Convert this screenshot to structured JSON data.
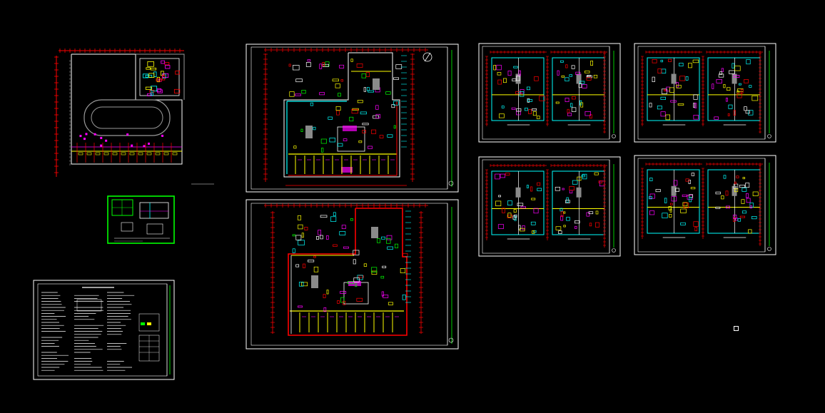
{
  "app": {
    "viewport": "cad-model-space"
  },
  "colors": {
    "background": "#000000",
    "frame": "#ffffff",
    "wall": "#ffff00",
    "dim": "#ff0000",
    "pipe": "#00ffff",
    "room": "#ff00ff",
    "green": "#00ff00",
    "gray": "#9a9a9a",
    "blue": "#3b6cff"
  },
  "icons": {
    "north_arrow": "north-arrow-icon",
    "ucs": "ucs-square-icon"
  },
  "sheets": [
    {
      "id": "site-plan",
      "kind": "site"
    },
    {
      "id": "detail",
      "kind": "detail"
    },
    {
      "id": "notes",
      "kind": "notes"
    },
    {
      "id": "floor-1",
      "kind": "floor-large"
    },
    {
      "id": "floor-2",
      "kind": "floor-large"
    },
    {
      "id": "unit-a",
      "kind": "unit-pair"
    },
    {
      "id": "unit-b",
      "kind": "unit-pair"
    },
    {
      "id": "unit-c",
      "kind": "unit-pair"
    },
    {
      "id": "unit-d",
      "kind": "unit-pair"
    }
  ]
}
